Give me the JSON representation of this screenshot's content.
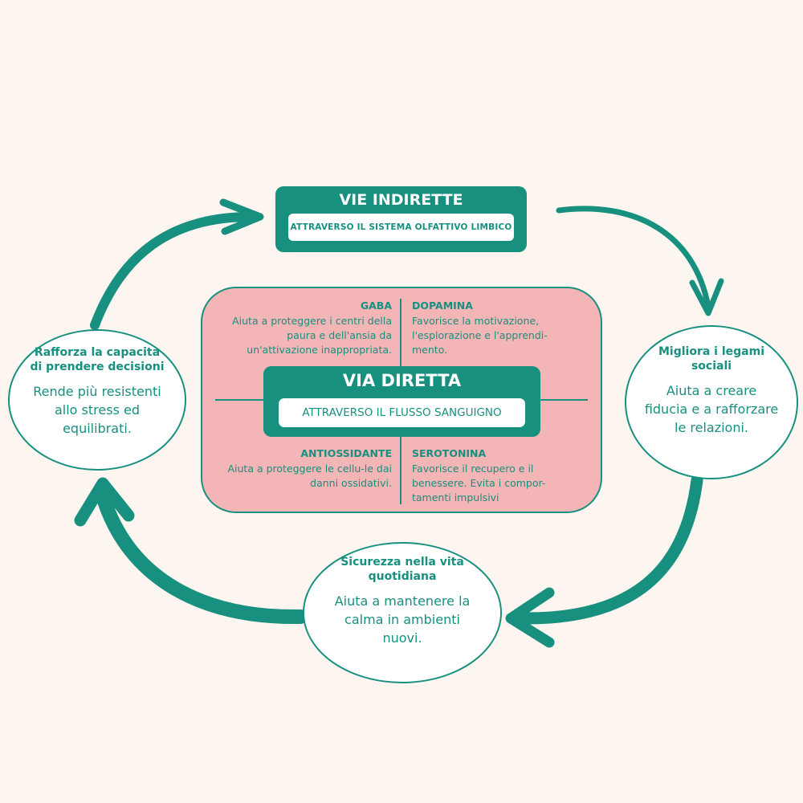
{
  "indirect": {
    "title": "VIE INDIRETTE",
    "subtitle": "ATTRAVERSO IL SISTEMA OLFATTIVO LIMBICO"
  },
  "direct": {
    "title": "VIA DIRETTA",
    "subtitle": "ATTRAVERSO IL FLUSSO SANGUIGNO",
    "quadrants": {
      "gaba": {
        "title": "GABA",
        "text": "Aiuta a proteggere i centri della paura e dell'ansia da un'attivazione inappropriata."
      },
      "dopamina": {
        "title": "DOPAMINA",
        "text": "Favorisce la motivazione, l'esplorazione e l'apprendi-mento."
      },
      "antiossidante": {
        "title": "ANTIOSSIDANTE",
        "text": "Aiuta a proteggere le cellu-le dai danni ossidativi."
      },
      "serotonina": {
        "title": "SEROTONINA",
        "text": "Favorisce il recupero e il benessere. Evita i compor-tamenti impulsivi"
      }
    }
  },
  "effects": {
    "left": {
      "title": "Rafforza la capacità di prendere decisioni",
      "text": "Rende più resistenti allo stress ed equilibrati."
    },
    "right": {
      "title": "Migliora i legami sociali",
      "text": "Aiuta a creare fiducia e a rafforzare le relazioni."
    },
    "bottom": {
      "title": "Sicurezza nella vita quotidiana",
      "text": "Aiuta a mantenere la calma in ambienti nuovi."
    }
  },
  "colors": {
    "teal": "#17907f",
    "pink": "#f3b5b6",
    "background": "#fdf6f0",
    "white": "#ffffff"
  }
}
